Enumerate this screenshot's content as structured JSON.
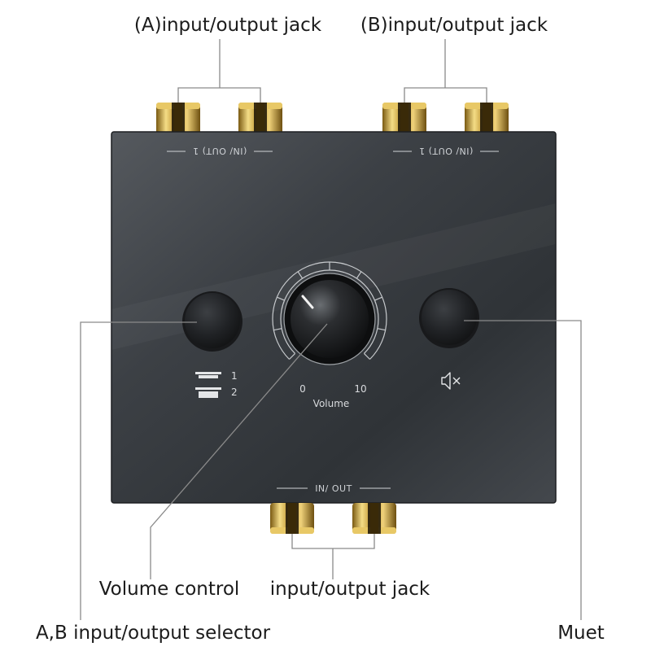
{
  "callouts": {
    "jack_a": "(A)input/output jack",
    "jack_b": "(B)input/output jack",
    "volume_control": "Volume control",
    "jack_main": "input/output jack",
    "selector": "A,B input/output selector",
    "mute": "Muet"
  },
  "panel": {
    "jack_a_label": "(IN/ OUT) 1",
    "jack_b_label": "(IN/ OUT) 1",
    "bottom_label": "IN/ OUT",
    "selector_positions": [
      "1",
      "2"
    ],
    "volume": {
      "label": "Volume",
      "min": "0",
      "max": "10"
    },
    "mute_icon": "speaker-mute-icon"
  },
  "colors": {
    "body_dark": "#2e3236",
    "body_light": "#5a5e63",
    "gold": "#c9a640",
    "leader": "#8a8a8a"
  }
}
